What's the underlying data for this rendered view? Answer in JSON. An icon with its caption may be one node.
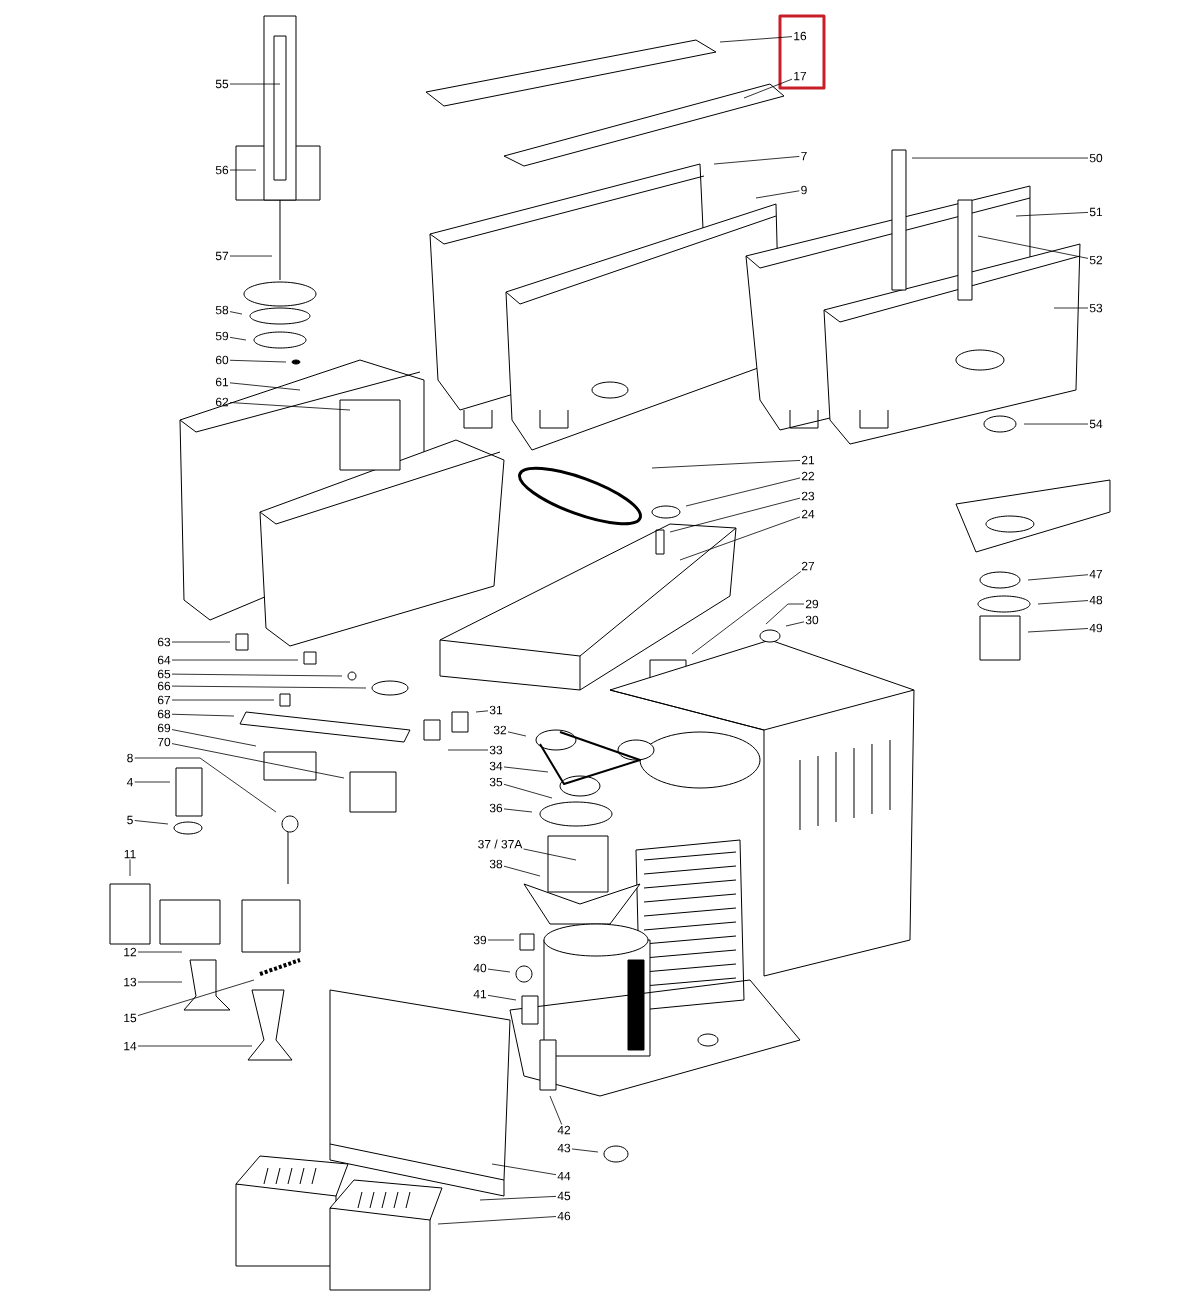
{
  "diagram": {
    "nodes": [
      {
        "text": [
          "55"
        ]
      },
      {
        "text": [
          "56"
        ]
      },
      {
        "text": [
          "57"
        ]
      },
      {
        "text": [
          "58"
        ]
      },
      {
        "text": [
          "59"
        ]
      },
      {
        "text": [
          "60"
        ]
      },
      {
        "text": [
          "61"
        ]
      },
      {
        "text": [
          "62"
        ]
      },
      {
        "text": [
          "16"
        ]
      },
      {
        "text": [
          "17"
        ]
      },
      {
        "text": [
          "7"
        ]
      },
      {
        "text": [
          "9"
        ]
      },
      {
        "text": [
          "50"
        ]
      },
      {
        "text": [
          "51"
        ]
      },
      {
        "text": [
          "52"
        ]
      },
      {
        "text": [
          "53"
        ]
      },
      {
        "text": [
          "54"
        ]
      },
      {
        "text": [
          "21"
        ]
      },
      {
        "text": [
          "22"
        ]
      },
      {
        "text": [
          "23"
        ]
      },
      {
        "text": [
          "24"
        ]
      },
      {
        "text": [
          "27"
        ]
      },
      {
        "text": [
          "29"
        ]
      },
      {
        "text": [
          "30"
        ]
      },
      {
        "text": [
          "47"
        ]
      },
      {
        "text": [
          "48"
        ]
      },
      {
        "text": [
          "49"
        ]
      },
      {
        "text": [
          "63"
        ]
      },
      {
        "text": [
          "64"
        ]
      },
      {
        "text": [
          "65"
        ]
      },
      {
        "text": [
          "66"
        ]
      },
      {
        "text": [
          "67"
        ]
      },
      {
        "text": [
          "68"
        ]
      },
      {
        "text": [
          "69"
        ]
      },
      {
        "text": [
          "70"
        ]
      },
      {
        "text": [
          "8"
        ]
      },
      {
        "text": [
          "4"
        ]
      },
      {
        "text": [
          "5"
        ]
      },
      {
        "text": [
          "11"
        ]
      },
      {
        "text": [
          "12"
        ]
      },
      {
        "text": [
          "13"
        ]
      },
      {
        "text": [
          "15"
        ]
      },
      {
        "text": [
          "14"
        ]
      },
      {
        "text": [
          "31"
        ]
      },
      {
        "text": [
          "32"
        ]
      },
      {
        "text": [
          "33"
        ]
      },
      {
        "text": [
          "34"
        ]
      },
      {
        "text": [
          "35"
        ]
      },
      {
        "text": [
          "36"
        ]
      },
      {
        "text": [
          "37 / 37A"
        ]
      },
      {
        "text": [
          "38"
        ]
      },
      {
        "text": [
          "39"
        ]
      },
      {
        "text": [
          "40"
        ]
      },
      {
        "text": [
          "41"
        ]
      },
      {
        "text": [
          "42"
        ]
      },
      {
        "text": [
          "43"
        ]
      },
      {
        "text": [
          "44"
        ]
      },
      {
        "text": [
          "45"
        ]
      },
      {
        "text": [
          "46"
        ]
      }
    ],
    "edges": [
      {
        "from": 0,
        "to": null,
        "arrow": "none"
      },
      {
        "from": 1,
        "to": null,
        "arrow": "none"
      },
      {
        "from": 2,
        "to": null,
        "arrow": "none"
      },
      {
        "from": 3,
        "to": null,
        "arrow": "none"
      },
      {
        "from": 4,
        "to": null,
        "arrow": "none"
      },
      {
        "from": 5,
        "to": null,
        "arrow": "none"
      },
      {
        "from": 6,
        "to": null,
        "arrow": "none"
      },
      {
        "from": 7,
        "to": null,
        "arrow": "none"
      },
      {
        "from": 8,
        "to": null,
        "arrow": "none"
      },
      {
        "from": 9,
        "to": null,
        "arrow": "none"
      },
      {
        "from": 10,
        "to": null,
        "arrow": "none"
      },
      {
        "from": 11,
        "to": null,
        "arrow": "none"
      },
      {
        "from": 12,
        "to": null,
        "arrow": "none"
      },
      {
        "from": 13,
        "to": null,
        "arrow": "none"
      },
      {
        "from": 14,
        "to": null,
        "arrow": "none"
      },
      {
        "from": 15,
        "to": null,
        "arrow": "none"
      },
      {
        "from": 16,
        "to": null,
        "arrow": "none"
      },
      {
        "from": 17,
        "to": null,
        "arrow": "none"
      },
      {
        "from": 18,
        "to": null,
        "arrow": "none"
      },
      {
        "from": 19,
        "to": null,
        "arrow": "none"
      },
      {
        "from": 20,
        "to": null,
        "arrow": "none"
      },
      {
        "from": 21,
        "to": null,
        "arrow": "none"
      },
      {
        "from": 22,
        "to": null,
        "arrow": "none"
      },
      {
        "from": 23,
        "to": null,
        "arrow": "none"
      },
      {
        "from": 24,
        "to": null,
        "arrow": "none"
      },
      {
        "from": 25,
        "to": null,
        "arrow": "none"
      },
      {
        "from": 26,
        "to": null,
        "arrow": "none"
      },
      {
        "from": 27,
        "to": null,
        "arrow": "none"
      },
      {
        "from": 28,
        "to": null,
        "arrow": "none"
      },
      {
        "from": 29,
        "to": null,
        "arrow": "none"
      },
      {
        "from": 30,
        "to": null,
        "arrow": "none"
      },
      {
        "from": 31,
        "to": null,
        "arrow": "none"
      },
      {
        "from": 32,
        "to": null,
        "arrow": "none"
      },
      {
        "from": 33,
        "to": null,
        "arrow": "none"
      },
      {
        "from": 34,
        "to": null,
        "arrow": "none"
      },
      {
        "from": 35,
        "to": null,
        "arrow": "none"
      },
      {
        "from": 36,
        "to": null,
        "arrow": "none"
      },
      {
        "from": 37,
        "to": null,
        "arrow": "none"
      },
      {
        "from": 38,
        "to": null,
        "arrow": "none"
      },
      {
        "from": 39,
        "to": null,
        "arrow": "none"
      },
      {
        "from": 40,
        "to": null,
        "arrow": "none"
      },
      {
        "from": 41,
        "to": null,
        "arrow": "none"
      },
      {
        "from": 42,
        "to": null,
        "arrow": "none"
      },
      {
        "from": 43,
        "to": null,
        "arrow": "none"
      },
      {
        "from": 44,
        "to": null,
        "arrow": "none"
      },
      {
        "from": 45,
        "to": null,
        "arrow": "none"
      },
      {
        "from": 46,
        "to": null,
        "arrow": "none"
      },
      {
        "from": 47,
        "to": null,
        "arrow": "none"
      },
      {
        "from": 48,
        "to": null,
        "arrow": "none"
      },
      {
        "from": 49,
        "to": null,
        "arrow": "none"
      },
      {
        "from": 50,
        "to": null,
        "arrow": "none"
      },
      {
        "from": 51,
        "to": null,
        "arrow": "none"
      },
      {
        "from": 52,
        "to": null,
        "arrow": "none"
      },
      {
        "from": 53,
        "to": null,
        "arrow": "none"
      },
      {
        "from": 54,
        "to": null,
        "arrow": "none"
      },
      {
        "from": 55,
        "to": null,
        "arrow": "none"
      },
      {
        "from": 56,
        "to": null,
        "arrow": "none"
      },
      {
        "from": 57,
        "to": null,
        "arrow": "none"
      },
      {
        "from": 58,
        "to": null,
        "arrow": "none"
      }
    ]
  }
}
